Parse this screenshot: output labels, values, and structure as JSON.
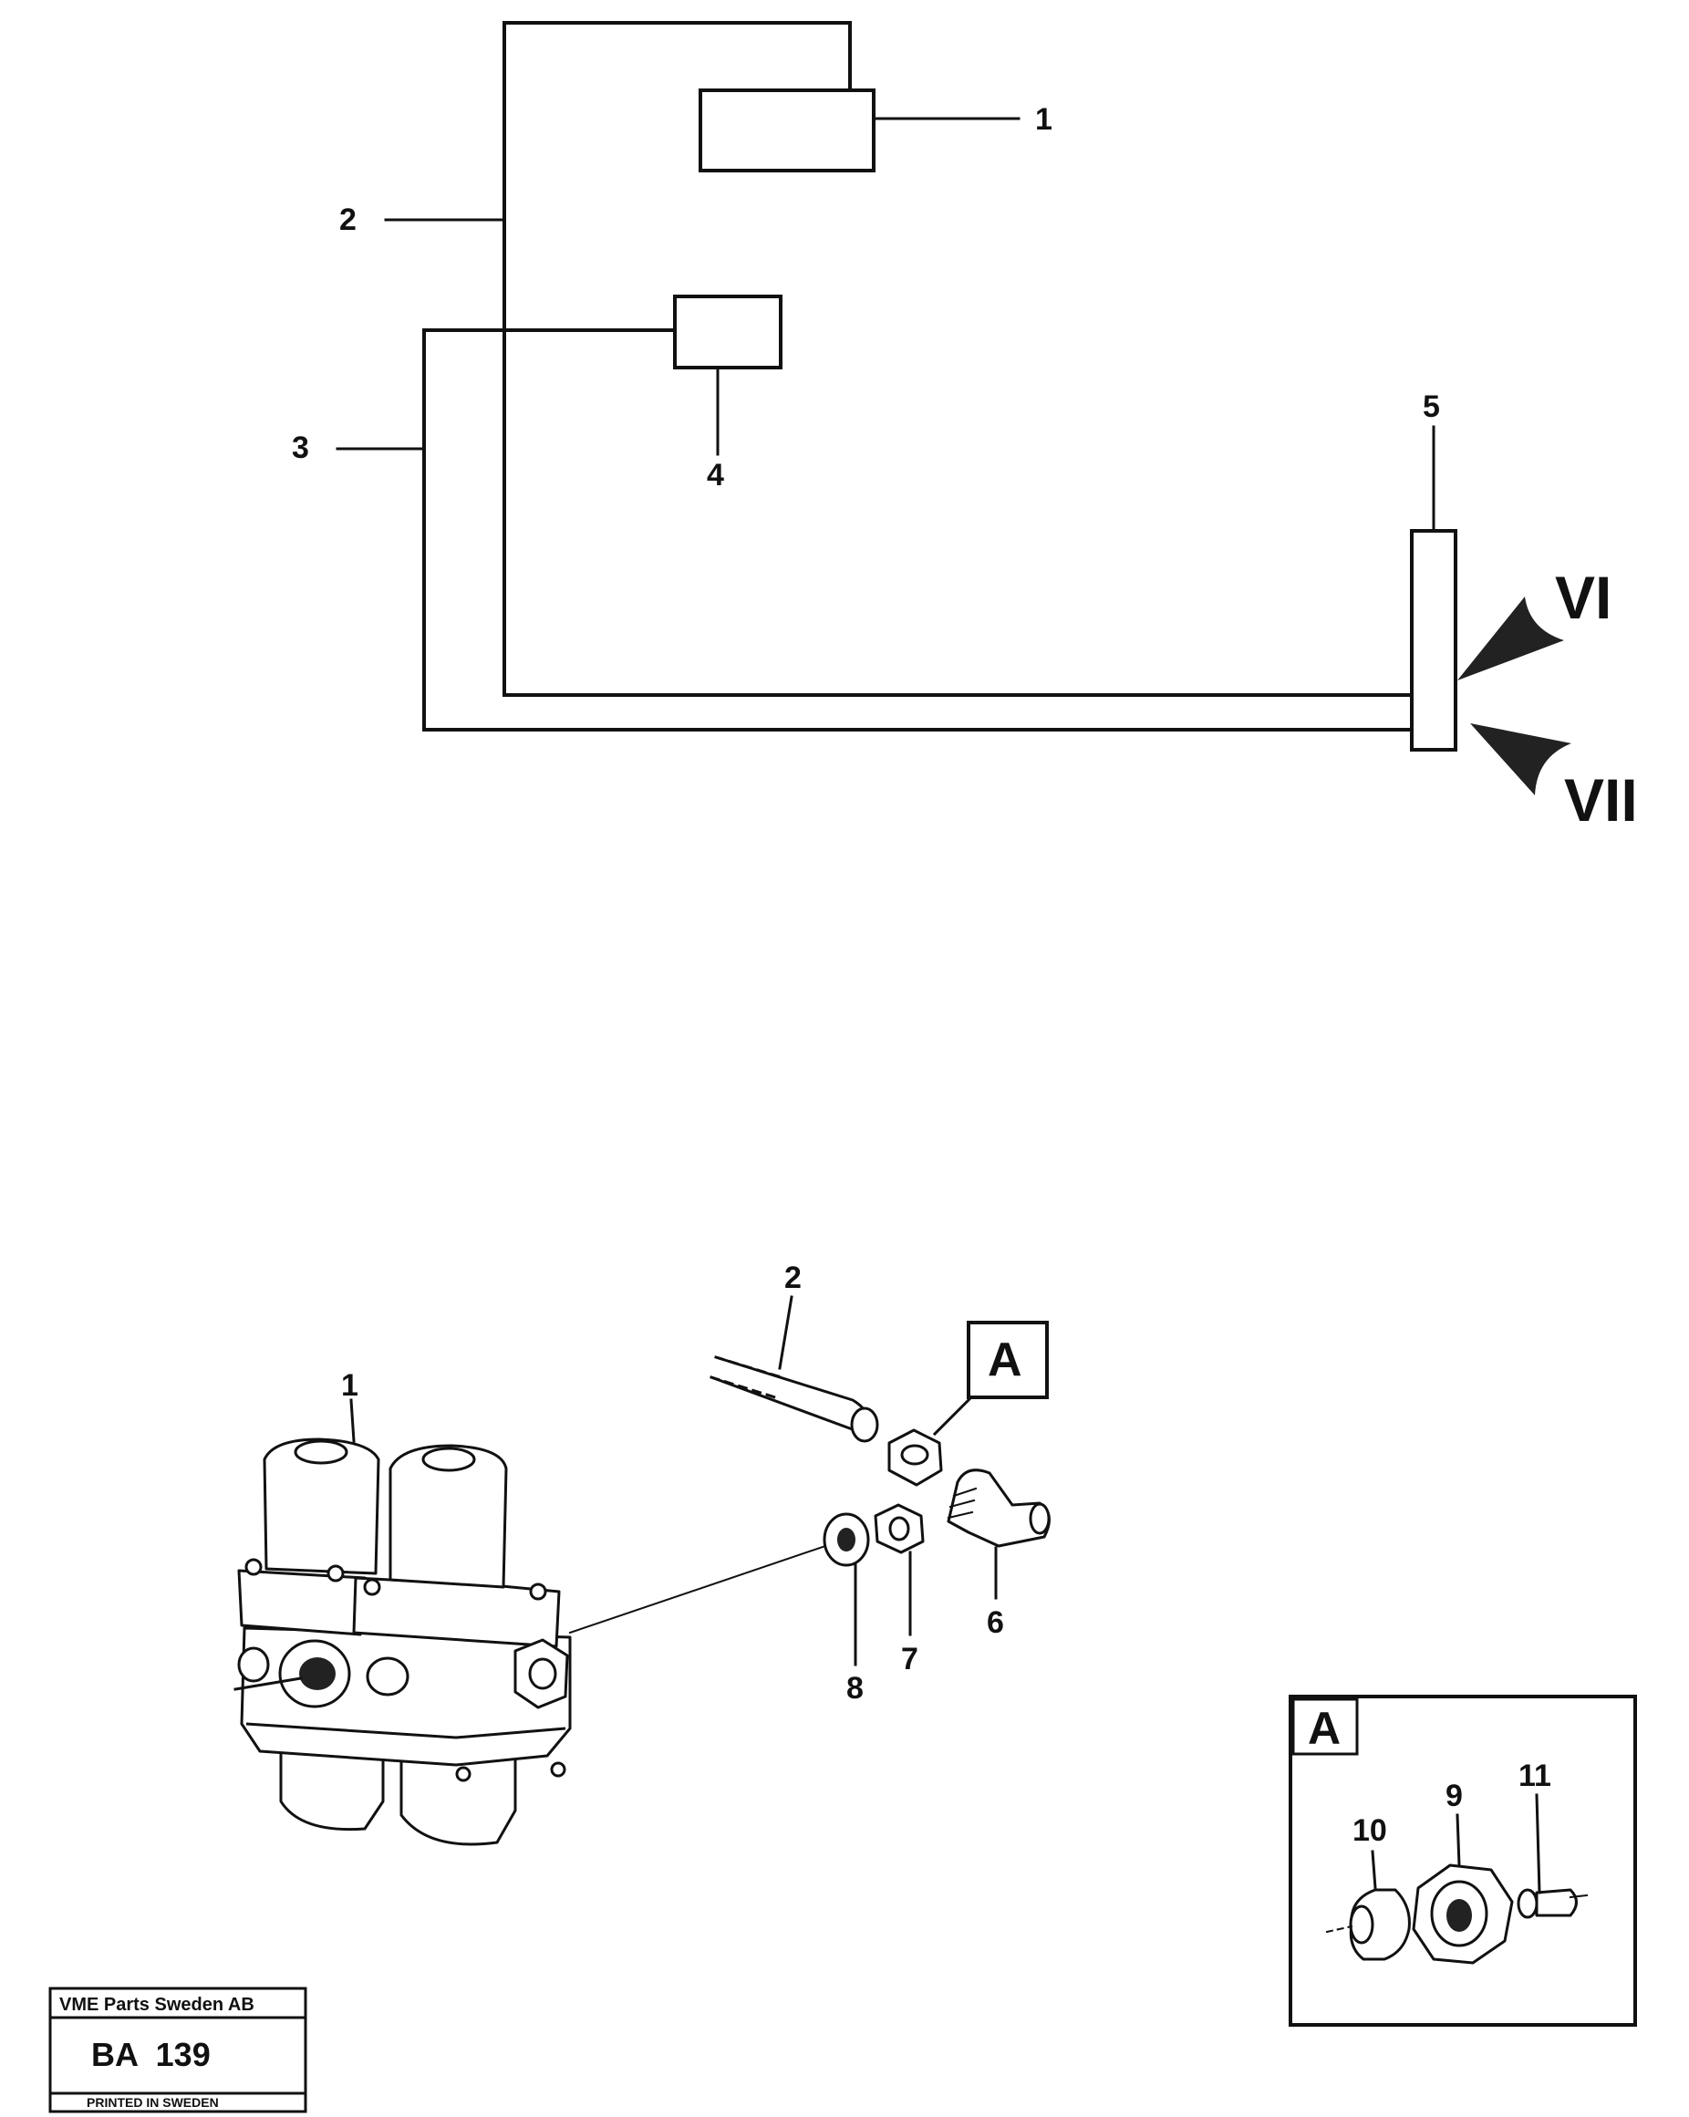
{
  "schematic": {
    "labels": {
      "l1": "1",
      "l2": "2",
      "l3": "3",
      "l4": "4",
      "l5": "5",
      "vi": "VI",
      "vii": "VII"
    }
  },
  "exploded": {
    "labels": {
      "l1": "1",
      "l2": "2",
      "l6": "6",
      "l7": "7",
      "l8": "8",
      "callout_a": "A"
    }
  },
  "detail_a": {
    "title": "A",
    "labels": {
      "l9": "9",
      "l10": "10",
      "l11": "11"
    }
  },
  "plate": {
    "company": "VME Parts Sweden AB",
    "code": "BA  139",
    "printed": "PRINTED IN SWEDEN"
  }
}
